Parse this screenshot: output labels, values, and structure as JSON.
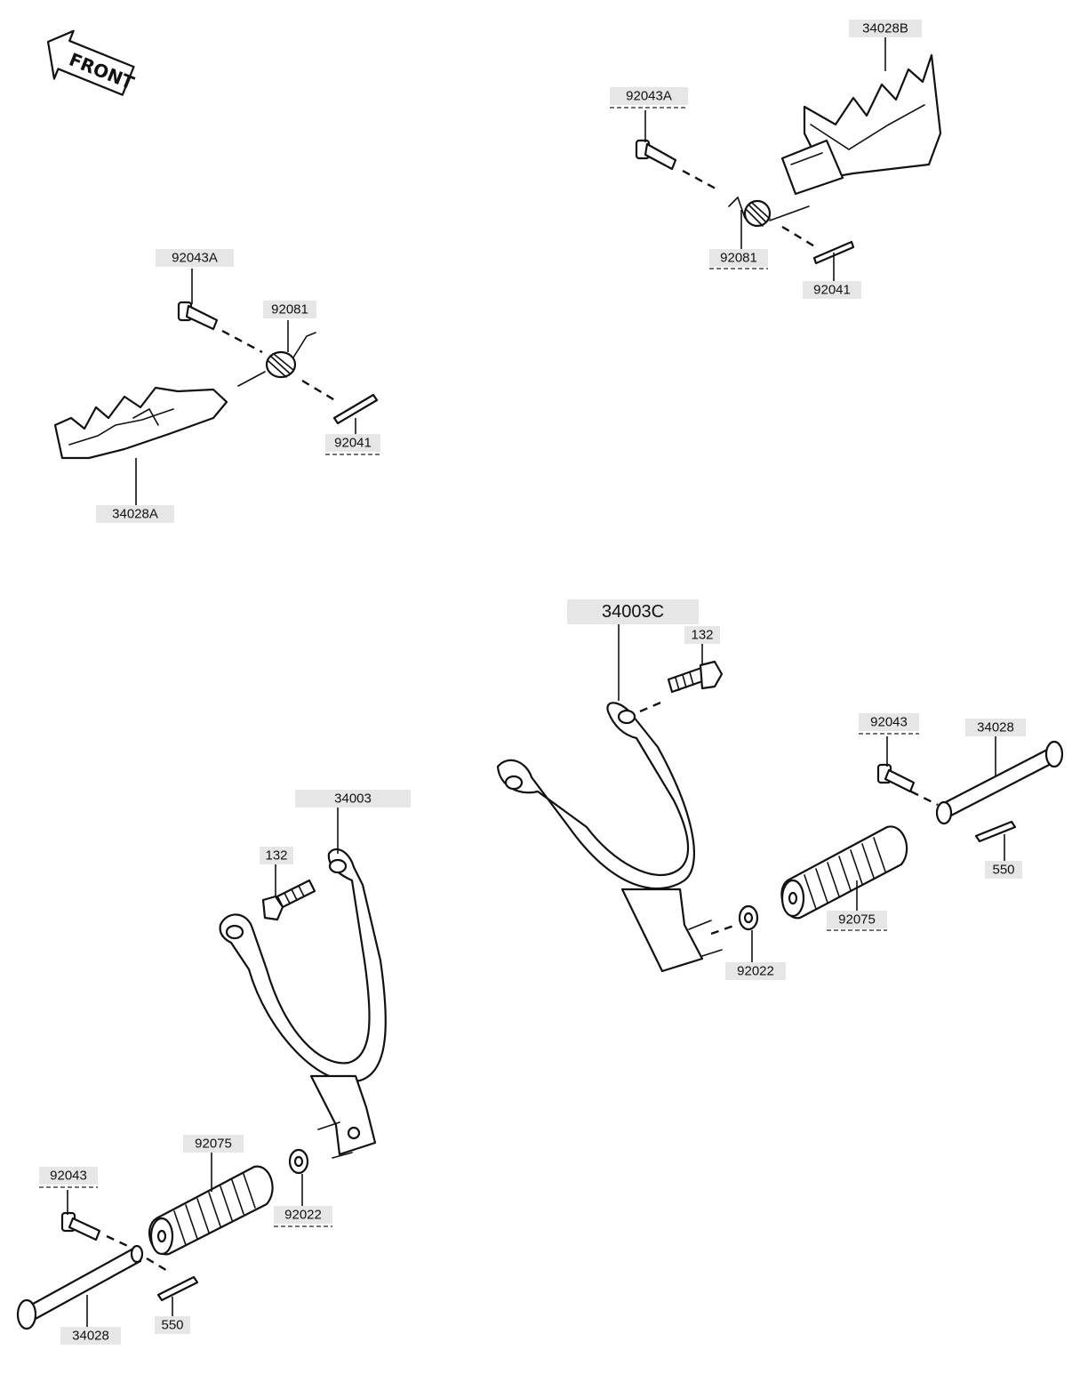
{
  "front_label": "FRONT",
  "callouts": {
    "c1": "34028B",
    "c2": "92043A",
    "c3": "92081",
    "c4": "92041",
    "c5": "92043A",
    "c6": "92081",
    "c7": "92041",
    "c8": "34028A",
    "c9": "34003C",
    "c10": "132",
    "c11": "92043",
    "c12": "34028",
    "c13": "550",
    "c14": "92075",
    "c15": "92022",
    "c16": "34003",
    "c17": "132",
    "c18": "92075",
    "c19": "92022",
    "c20": "92043",
    "c21": "550",
    "c22": "34028"
  }
}
